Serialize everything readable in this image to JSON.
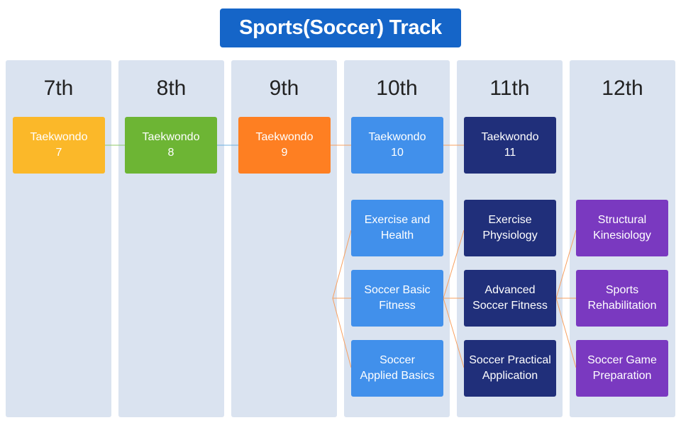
{
  "title": "Sports(Soccer) Track",
  "grades": [
    "7th",
    "8th",
    "9th",
    "10th",
    "11th",
    "12th"
  ],
  "colors": {
    "title_bg": "#1565c8",
    "column_bg": "#dae3f0",
    "taekwondo_7": "#fbb829",
    "taekwondo_8": "#6db534",
    "taekwondo_9": "#fe7f22",
    "grade_10": "#4190eb",
    "grade_11": "#202f7a",
    "grade_12": "#7a39c0",
    "connector": "#f7a060"
  },
  "taekwondo": [
    {
      "line1": "Taekwondo",
      "line2": "7"
    },
    {
      "line1": "Taekwondo",
      "line2": "8"
    },
    {
      "line1": "Taekwondo",
      "line2": "9"
    },
    {
      "line1": "Taekwondo",
      "line2": "10"
    },
    {
      "line1": "Taekwondo",
      "line2": "11"
    }
  ],
  "grade10": [
    {
      "line1": "Exercise and",
      "line2": "Health"
    },
    {
      "line1": "Soccer Basic",
      "line2": "Fitness"
    },
    {
      "line1": "Soccer",
      "line2": "Applied Basics"
    }
  ],
  "grade11": [
    {
      "line1": "Exercise",
      "line2": "Physiology"
    },
    {
      "line1": "Advanced",
      "line2": "Soccer Fitness"
    },
    {
      "line1": "Soccer Practical",
      "line2": "Application"
    }
  ],
  "grade12": [
    {
      "line1": "Structural",
      "line2": "Kinesiology"
    },
    {
      "line1": "Sports",
      "line2": "Rehabilitation"
    },
    {
      "line1": "Soccer Game",
      "line2": "Preparation"
    }
  ]
}
